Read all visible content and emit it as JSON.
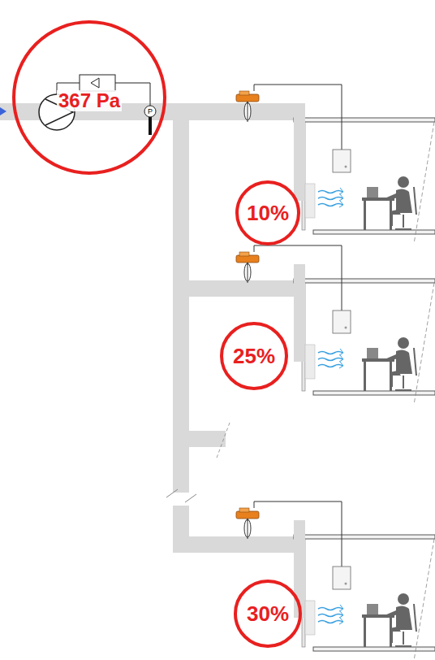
{
  "diagram": {
    "nodes": [
      {
        "text": [
          "367 Pa"
        ]
      },
      {
        "text": [
          "10%"
        ]
      },
      {
        "text": [
          "25%"
        ]
      },
      {
        "text": [
          "30%"
        ]
      }
    ],
    "labels": [
      "P"
    ]
  }
}
